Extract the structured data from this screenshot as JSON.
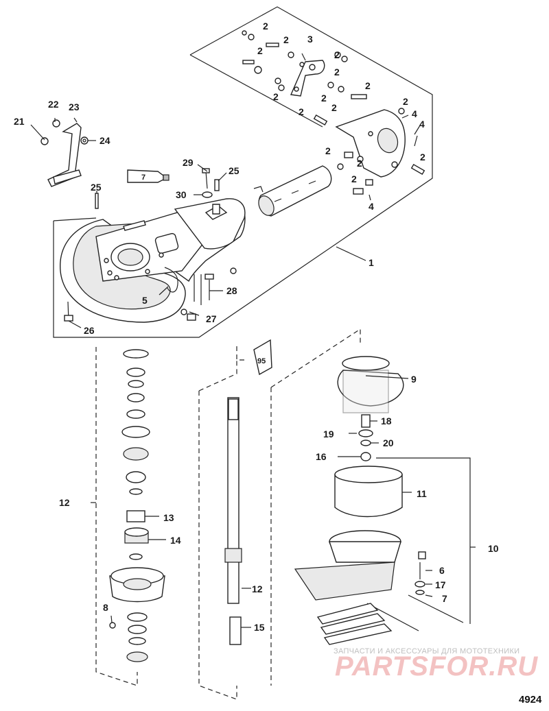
{
  "callouts": {
    "c1": "1",
    "c2": "2",
    "c3": "3",
    "c4": "4",
    "c5": "5",
    "c6": "6",
    "c7": "7",
    "c8": "8",
    "c9": "9",
    "c10": "10",
    "c11": "11",
    "c12": "12",
    "c13": "13",
    "c14": "14",
    "c15": "15",
    "c16": "16",
    "c17": "17",
    "c18": "18",
    "c19": "19",
    "c20": "20",
    "c21": "21",
    "c22": "22",
    "c23": "23",
    "c24": "24",
    "c25": "25",
    "c26": "26",
    "c27": "27",
    "c28": "28",
    "c29": "29",
    "c30": "30"
  },
  "tube_labels": {
    "tube_7": "7",
    "tube_95": "95"
  },
  "watermark": {
    "tagline": "ЗАПЧАСТИ И АКСЕССУАРЫ ДЛЯ МОТОТЕХНИКИ",
    "brand": "PARTSFOR.RU"
  },
  "figure_number": "4924"
}
